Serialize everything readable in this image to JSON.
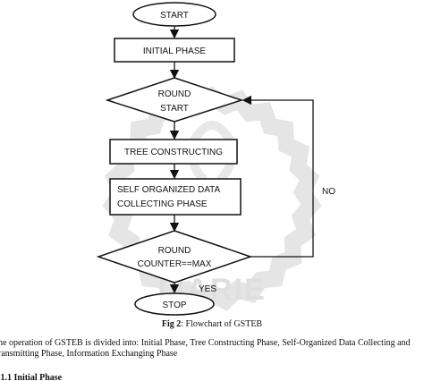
{
  "watermark": {
    "text": "IJARIE",
    "color": "#d9d9d9"
  },
  "flowchart": {
    "start": "START",
    "initial_phase": "INITIAL PHASE",
    "round_start_line1": "ROUND",
    "round_start_line2": "START",
    "tree_constructing": "TREE CONSTRUCTING",
    "self_organized_line1": "SELF ORGANIZED DATA",
    "self_organized_line2": "COLLECTING PHASE",
    "decision_line1": "ROUND",
    "decision_line2": "COUNTER==MAX",
    "no_label": "NO",
    "yes_label": "YES",
    "stop": "STOP"
  },
  "caption": {
    "prefix": "Fig 2",
    "text": ": Flowchart of GSTEB"
  },
  "body": {
    "line1": "he operation of GSTEB is divided into: Initial Phase, Tree Constructing Phase, Self-Organized Data Collecting and",
    "line2": "ransmitting Phase, Information Exchanging Phase"
  },
  "section_heading": ".1.1 Initial Phase"
}
